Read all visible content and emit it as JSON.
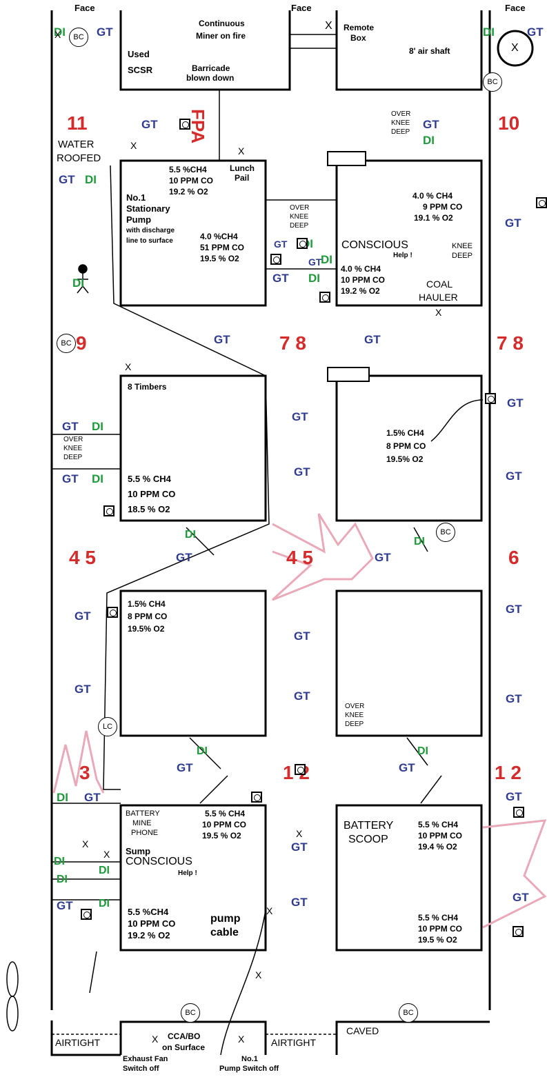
{
  "faces": [
    "Face",
    "Face",
    "Face"
  ],
  "gt": "GT",
  "di": "DI",
  "bc": "BC",
  "lc": "LC",
  "x": "X",
  "crosscut_numbers": [
    "11",
    "10",
    "9",
    "7 8",
    "7 8",
    "4 5",
    "4 5",
    "6",
    "3",
    "1 2",
    "1 2"
  ],
  "labels": {
    "continuous_miner": [
      "Continuous",
      "Miner on fire"
    ],
    "remote_box": [
      "Remote",
      "Box"
    ],
    "air_shaft": "8' air shaft",
    "used_scsr": [
      "Used",
      "SCSR"
    ],
    "barricade": [
      "Barricade",
      "blown down"
    ],
    "fpa": "FPA",
    "water": "WATER",
    "roofed": "ROOFED",
    "lunch_pail": [
      "Lunch",
      "Pail"
    ],
    "pump": [
      "No.1",
      "Stationary",
      "Pump",
      "with discharge",
      "line to surface"
    ],
    "over_knee_deep": [
      "OVER",
      "KNEE",
      "DEEP"
    ],
    "knee_deep": [
      "KNEE",
      "DEEP"
    ],
    "conscious": "CONSCIOUS",
    "help": "Help !",
    "coal_hauler": [
      "COAL",
      "HAULER"
    ],
    "timbers": "8 Timbers",
    "battery_phone": [
      "BATTERY",
      "MINE",
      "PHONE"
    ],
    "sump": "Sump",
    "pump_cable": [
      "pump",
      "cable"
    ],
    "battery_scoop": [
      "BATTERY",
      "SCOOP"
    ],
    "airtight": "AIRTIGHT",
    "caved": "CAVED",
    "cca": [
      "CCA/BO",
      "on Surface"
    ],
    "exhaust": [
      "Exhaust Fan",
      "Switch off"
    ],
    "pump_switch": [
      "No.1",
      "Pump Switch off"
    ]
  },
  "readings": {
    "r1": [
      "5.5 %CH4",
      "10 PPM CO",
      "19.2 % O2"
    ],
    "r2": [
      "4.0 %CH4",
      "51 PPM CO",
      "19.5 % O2"
    ],
    "r3": [
      "4.0 % CH4",
      "9 PPM CO",
      "19.1 % O2"
    ],
    "r4": [
      "4.0 % CH4",
      "10 PPM CO",
      "19.2 % O2"
    ],
    "r5": [
      "1.5% CH4",
      "8 PPM CO",
      "19.5% O2"
    ],
    "r6": [
      "5.5 % CH4",
      "10 PPM CO",
      "18.5 % O2"
    ],
    "r7": [
      "1.5% CH4",
      "8 PPM CO",
      "19.5% O2"
    ],
    "r8": [
      "5.5 % CH4",
      "10 PPM CO",
      "19.5 % O2"
    ],
    "r9": [
      "5.5 %CH4",
      "10 PPM CO",
      "19.2 % O2"
    ],
    "r10": [
      "5.5 % CH4",
      "10 PPM CO",
      "19.4 % O2"
    ],
    "r11": [
      "5.5 % CH4",
      "10 PPM CO",
      "19.5 % O2"
    ]
  },
  "colors": {
    "red": "#d62b2b",
    "blue": "#2e3b8f",
    "green": "#1f9a3a",
    "pink": "#e9a9b8"
  }
}
